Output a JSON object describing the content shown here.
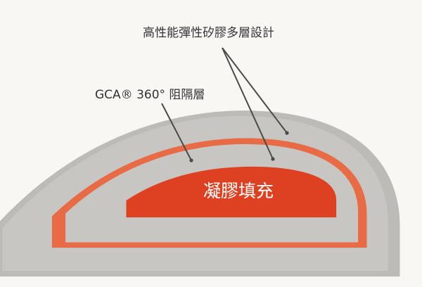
{
  "labels": {
    "top_callout": "高性能彈性矽膠多層設計",
    "left_callout": "GCA® 360° 阻隔層",
    "core": "凝膠填充"
  },
  "colors": {
    "background": "#f8f7f3",
    "outer_shell": "#d9d7d3",
    "layer_fill": "#ffffff",
    "layer_stroke": "#c8c6c2",
    "barrier": "#e86b45",
    "gel_core": "#de4121",
    "callout_line": "#4a4a4a",
    "text": "#333333"
  }
}
